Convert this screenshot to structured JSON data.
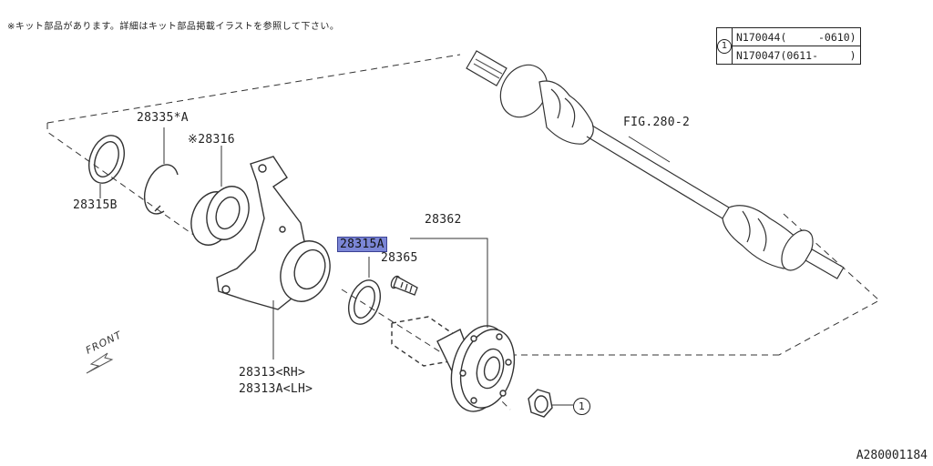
{
  "note": "※キット部品があります。詳細はキット部品掲載イラストを参照して下さい。",
  "supersession": {
    "ref": "1",
    "rows": [
      {
        "part": "N170044",
        "range": "(     -0610)"
      },
      {
        "part": "N170047",
        "range": "(0611-     )"
      }
    ]
  },
  "labels": {
    "p28335": "28335*A",
    "p28316": "※28316",
    "p28315B": "28315B",
    "p28315A": "28315A",
    "p28365": "28365",
    "p28362": "28362",
    "fig": "FIG.280-2",
    "p28313_rh": "28313<RH>",
    "p28313_lh": "28313A<LH>",
    "front": "FRONT",
    "callout": "1"
  },
  "highlight_color": "#7b86d6",
  "drawing_id": "A280001184"
}
